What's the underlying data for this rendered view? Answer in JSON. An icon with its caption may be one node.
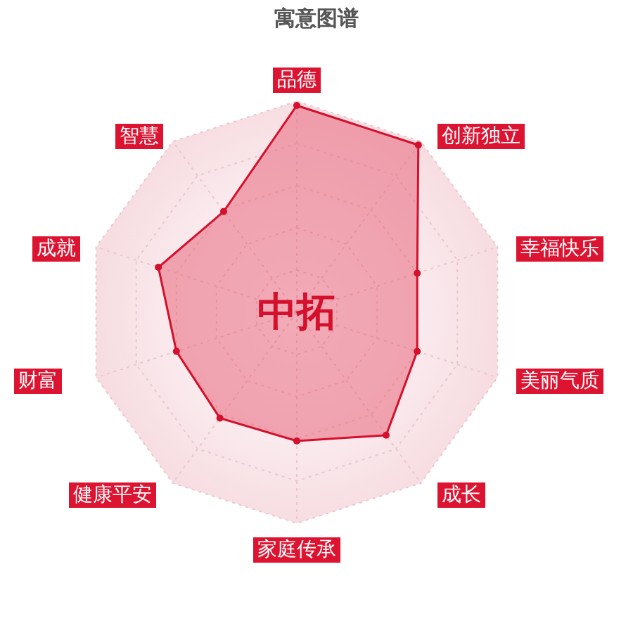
{
  "diagram": {
    "title": "寓意图谱",
    "labels": [
      "品德",
      "创新独立",
      "幸福快乐",
      "美丽气质",
      "成长",
      "家庭传承",
      "健康平安",
      "财富",
      "成就",
      "智慧",
      "中拓"
    ]
  }
}
